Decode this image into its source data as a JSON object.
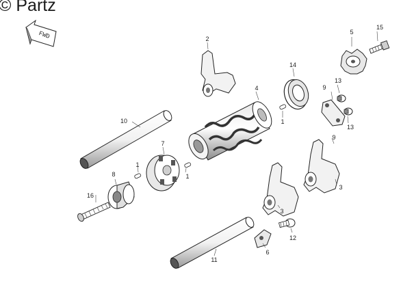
{
  "watermark": {
    "text": "© Partz"
  },
  "fwd_arrow": {
    "label": "FWD"
  },
  "callouts": [
    {
      "id": "c-2",
      "label": "2"
    },
    {
      "id": "c-5",
      "label": "5"
    },
    {
      "id": "c-15",
      "label": "15"
    },
    {
      "id": "c-14",
      "label": "14"
    },
    {
      "id": "c-4",
      "label": "4"
    },
    {
      "id": "c-9a",
      "label": "9"
    },
    {
      "id": "c-13a",
      "label": "13"
    },
    {
      "id": "c-1a",
      "label": "1"
    },
    {
      "id": "c-13b",
      "label": "13"
    },
    {
      "id": "c-10",
      "label": "10"
    },
    {
      "id": "c-9b",
      "label": "9"
    },
    {
      "id": "c-7",
      "label": "7"
    },
    {
      "id": "c-1b",
      "label": "1"
    },
    {
      "id": "c-8",
      "label": "8"
    },
    {
      "id": "c-1c",
      "label": "1"
    },
    {
      "id": "c-3a",
      "label": "3"
    },
    {
      "id": "c-16",
      "label": "16"
    },
    {
      "id": "c-3b",
      "label": "3"
    },
    {
      "id": "c-12",
      "label": "12"
    },
    {
      "id": "c-6",
      "label": "6"
    },
    {
      "id": "c-11",
      "label": "11"
    }
  ],
  "colors": {
    "line": "#222222",
    "shade": "#7a7a7a",
    "light": "#d8d8d8",
    "background": "#ffffff"
  }
}
